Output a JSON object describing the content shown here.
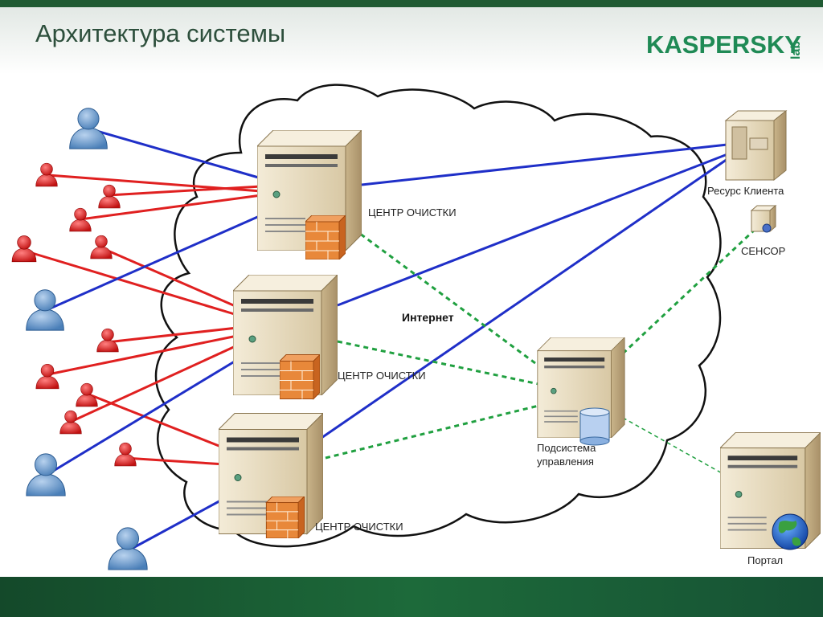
{
  "slide": {
    "title": "Архитектура системы",
    "logo_text": "KASPERSKY",
    "logo_lab": "lab"
  },
  "diagram": {
    "cloud_label": "Интернет",
    "cleaning_centers": [
      {
        "label": "ЦЕНТР ОЧИСТКИ"
      },
      {
        "label": "ЦЕНТР ОЧИСТКИ"
      },
      {
        "label": "ЦЕНТР ОЧИСТКИ"
      }
    ],
    "client_resource": {
      "label": "Ресурс Клиента"
    },
    "sensor": {
      "label": "СЕНСОР"
    },
    "management": {
      "label_line1": "Подсистема",
      "label_line2": "управления"
    },
    "portal": {
      "label": "Портал"
    }
  },
  "colors": {
    "legit_link": "#1f2fc8",
    "attack_link": "#e02020",
    "mgmt_link": "#20a040",
    "attacker_user": "#d82020",
    "legit_user": "#5a8fc8",
    "server_body": "#e9dcc0",
    "firewall": "#e8883a"
  }
}
